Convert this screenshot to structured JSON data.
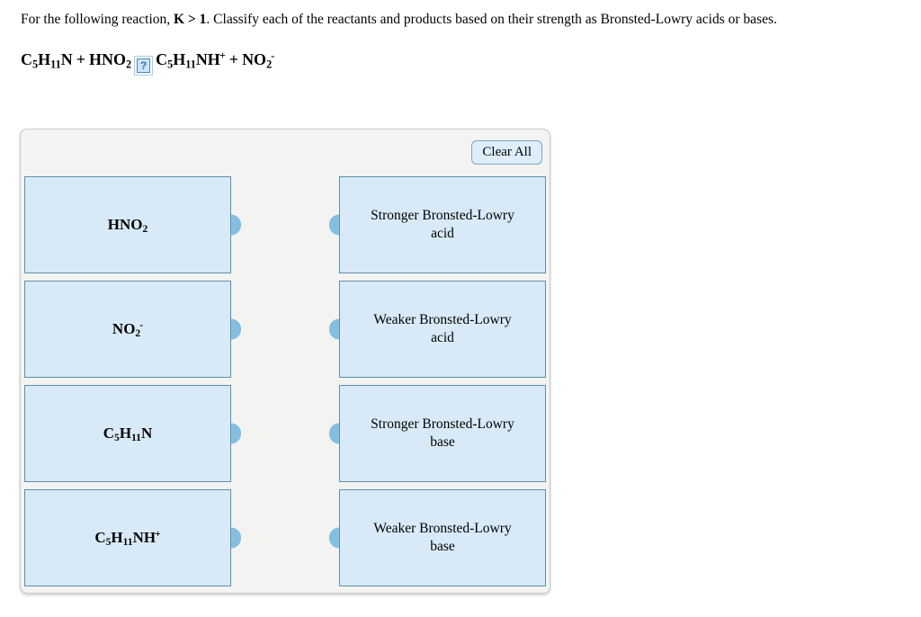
{
  "question": {
    "part1": "For the following reaction, ",
    "k_bold": "K > 1",
    "part2": ". Classify each of the reactants and products based on their strength as Bronsted-Lowry acids or bases."
  },
  "equation": {
    "reactant1": [
      [
        "t",
        "C"
      ],
      [
        "sub",
        "5"
      ],
      [
        "t",
        "H"
      ],
      [
        "sub",
        "11"
      ],
      [
        "t",
        "N"
      ]
    ],
    "plus1": "+",
    "reactant2": [
      [
        "t",
        "HNO"
      ],
      [
        "sub",
        "2"
      ]
    ],
    "arrow_placeholder": "?",
    "product1": [
      [
        "t",
        "C"
      ],
      [
        "sub",
        "5"
      ],
      [
        "t",
        "H"
      ],
      [
        "sub",
        "11"
      ],
      [
        "t",
        "NH"
      ],
      [
        "sup",
        "+"
      ]
    ],
    "plus2": "+",
    "product2": [
      [
        "t",
        "NO"
      ],
      [
        "sub",
        "2"
      ],
      [
        "sup",
        "-"
      ]
    ]
  },
  "panel": {
    "clear_all_label": "Clear All",
    "chips": [
      {
        "formula": [
          [
            "t",
            "HNO"
          ],
          [
            "sub",
            "2"
          ]
        ]
      },
      {
        "formula": [
          [
            "t",
            "NO"
          ],
          [
            "sub",
            "2"
          ],
          [
            "sup",
            "-"
          ]
        ]
      },
      {
        "formula": [
          [
            "t",
            "C"
          ],
          [
            "sub",
            "5"
          ],
          [
            "t",
            "H"
          ],
          [
            "sub",
            "11"
          ],
          [
            "t",
            "N"
          ]
        ]
      },
      {
        "formula": [
          [
            "t",
            "C"
          ],
          [
            "sub",
            "5"
          ],
          [
            "t",
            "H"
          ],
          [
            "sub",
            "11"
          ],
          [
            "t",
            "NH"
          ],
          [
            "sup",
            "+"
          ]
        ]
      }
    ],
    "targets": [
      {
        "line1": "Stronger Bronsted-Lowry",
        "line2": "acid"
      },
      {
        "line1": "Weaker Bronsted-Lowry",
        "line2": "acid"
      },
      {
        "line1": "Stronger Bronsted-Lowry",
        "line2": "base"
      },
      {
        "line1": "Weaker Bronsted-Lowry",
        "line2": "base"
      }
    ]
  },
  "colors": {
    "card_fill": "#d8eaf7",
    "card_border": "#5e8fae",
    "connector_nub": "#84bee1",
    "panel_bg": "#f3f3f2",
    "panel_border": "#c9c9c9",
    "clear_all_fill": "#ddedf9",
    "clear_all_border": "#7aa6c8",
    "qmark_blue": "#2f74a8"
  }
}
